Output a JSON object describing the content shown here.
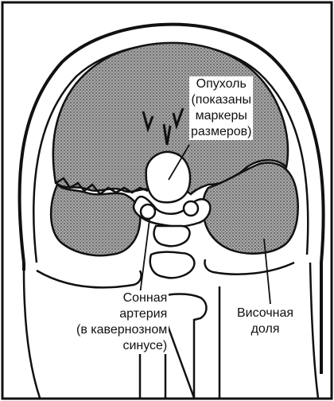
{
  "labels": {
    "tumor": [
      "Опухоль",
      "(показаны",
      "маркеры",
      "размеров)"
    ],
    "carotid": [
      "Сонная",
      "артерия",
      "(в кавернозном",
      "синусе)"
    ],
    "temporal": [
      "Височная",
      "доля"
    ]
  },
  "colors": {
    "ink": "#111111",
    "paper": "#ffffff",
    "shading": "#9a9a9a"
  }
}
